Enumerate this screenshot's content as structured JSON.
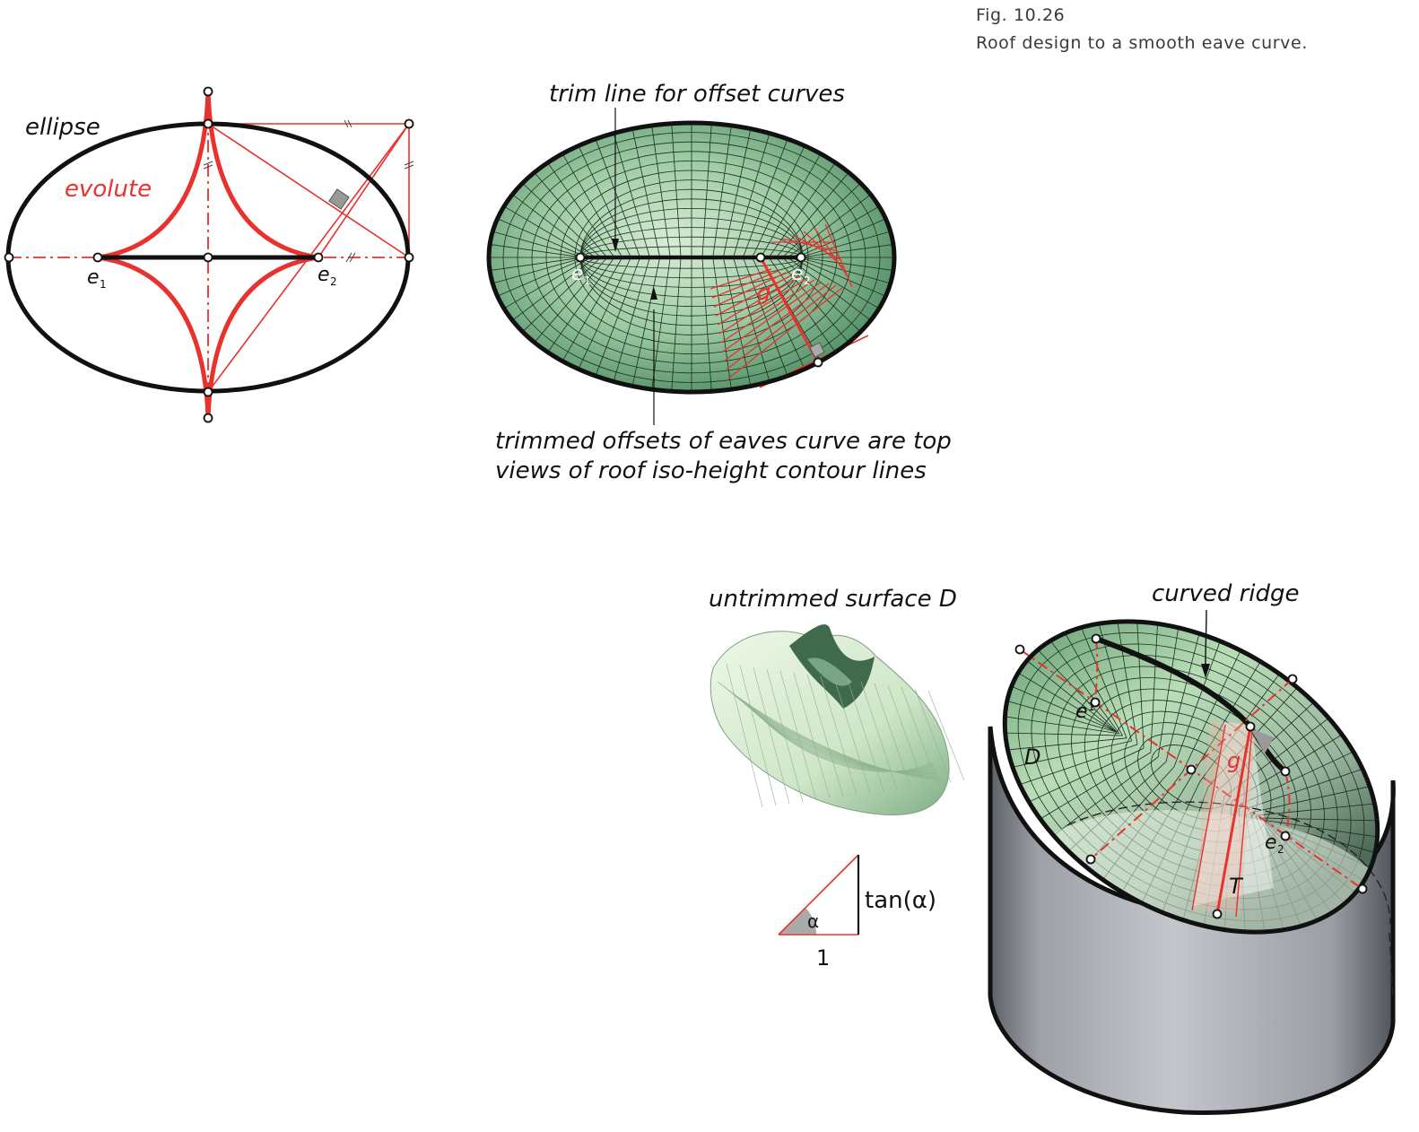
{
  "figure": {
    "number": "Fig. 10.26",
    "caption": "Roof design to a smooth eave curve."
  },
  "left_diagram": {
    "ellipse_label": "ellipse",
    "evolute_label": "evolute",
    "focus_1": "e",
    "focus_1_sub": "1",
    "focus_2": "e",
    "focus_2_sub": "2"
  },
  "top_diagram": {
    "trim_line_label": "trim line for offset curves",
    "offsets_label_line1": "trimmed offsets of eaves curve are top",
    "offsets_label_line2": "views of roof iso-height contour lines",
    "focus_1": "e",
    "focus_1_sub": "1",
    "focus_2": "e",
    "focus_2_sub": "2",
    "generator_label": "g"
  },
  "surface_diagram": {
    "untrimmed_label": "untrimmed surface D"
  },
  "slope_triangle": {
    "vertical_label": "tan(α)",
    "horizontal_label": "1",
    "angle_label": "α"
  },
  "roof_diagram": {
    "ridge_label": "curved ridge",
    "surface_label": "D",
    "generator_label": "g",
    "tangent_plane_label": "T",
    "focus_1": "e",
    "focus_1_sub": "1",
    "focus_2": "e",
    "focus_2_sub": "2"
  },
  "colors": {
    "red": "#e8322e",
    "green_light": "#cfe8cf",
    "green_dark": "#5e9a72",
    "wall_gray": "#9ea2a8"
  }
}
